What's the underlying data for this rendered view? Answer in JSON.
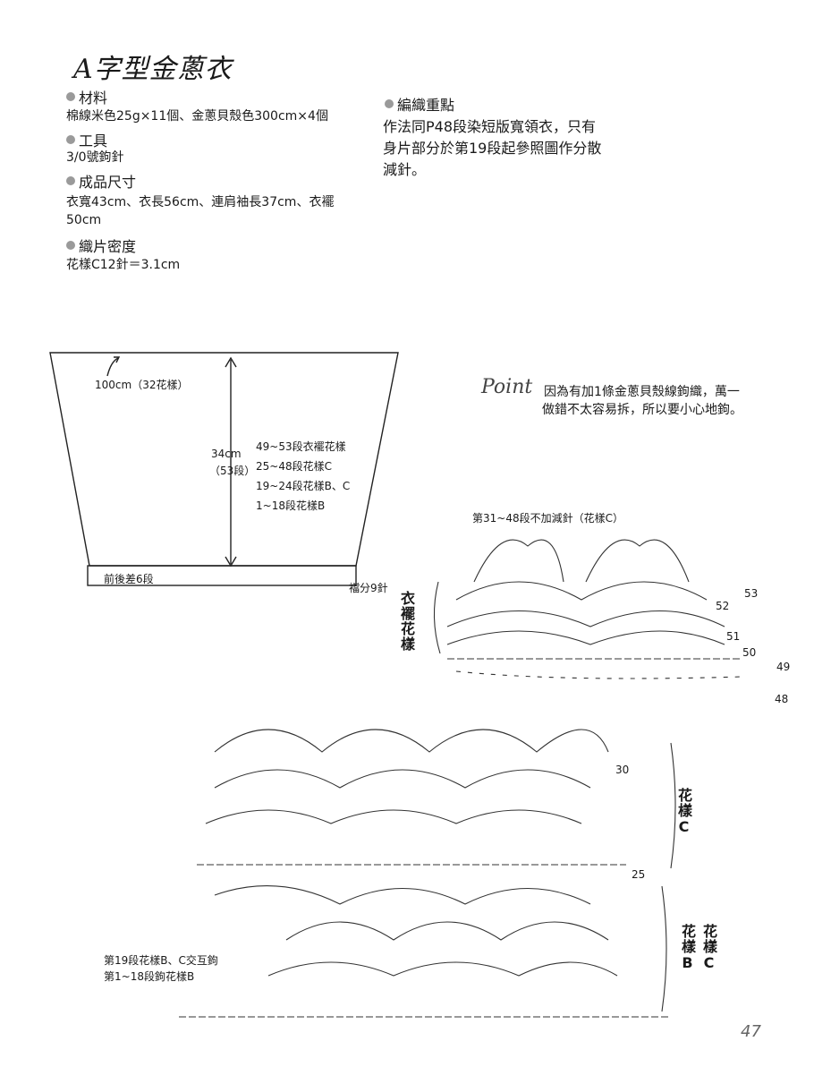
{
  "title": "A字型金蔥衣",
  "materials": {
    "heading": "材料",
    "text": "棉線米色25g×11個、金蔥貝殼色300cm×4個"
  },
  "tools": {
    "heading": "工具",
    "text": "3/0號鉤針"
  },
  "size": {
    "heading": "成品尺寸",
    "line1": "衣寬43cm、衣長56cm、連肩袖長37cm、衣襬",
    "line2": "50cm"
  },
  "gauge": {
    "heading": "織片密度",
    "text": "花樣C12針＝3.1cm"
  },
  "knitting_notes": {
    "heading": "編織重點",
    "line1": "作法同P48段染短版寬領衣，只有",
    "line2": "身片部分於第19段起參照圖作分散",
    "line3": "減針。"
  },
  "body_diagram": {
    "width_label": "100cm（32花樣）",
    "height_label": "34cm",
    "height_rows": "（53段）",
    "segment1": "49~53段衣襬花樣",
    "segment2": "25~48段花樣C",
    "segment3": "19~24段花樣B、C",
    "segment4": "1~18段花樣B",
    "back_diff": "前後差6段",
    "gusset": "襠分9針"
  },
  "point": {
    "label": "Point",
    "line1": "因為有加1條金蔥貝殼線鉤織，萬一",
    "line2": "做錯不太容易拆，所以要小心地鉤。"
  },
  "chart_top": {
    "caption": "第31~48段不加減針（花樣C）",
    "side_label": "衣襬花樣",
    "rows": [
      "53",
      "52",
      "51",
      "50",
      "49",
      "48"
    ]
  },
  "chart_mid": {
    "side_label": "花樣C",
    "rows": [
      "30",
      "25"
    ]
  },
  "chart_bottom": {
    "side_label_a": "花樣B",
    "side_label_b": "花樣C",
    "note1": "第19段花樣B、C交互鉤",
    "note2": "第1~18段鉤花樣B"
  },
  "page_number": "47"
}
